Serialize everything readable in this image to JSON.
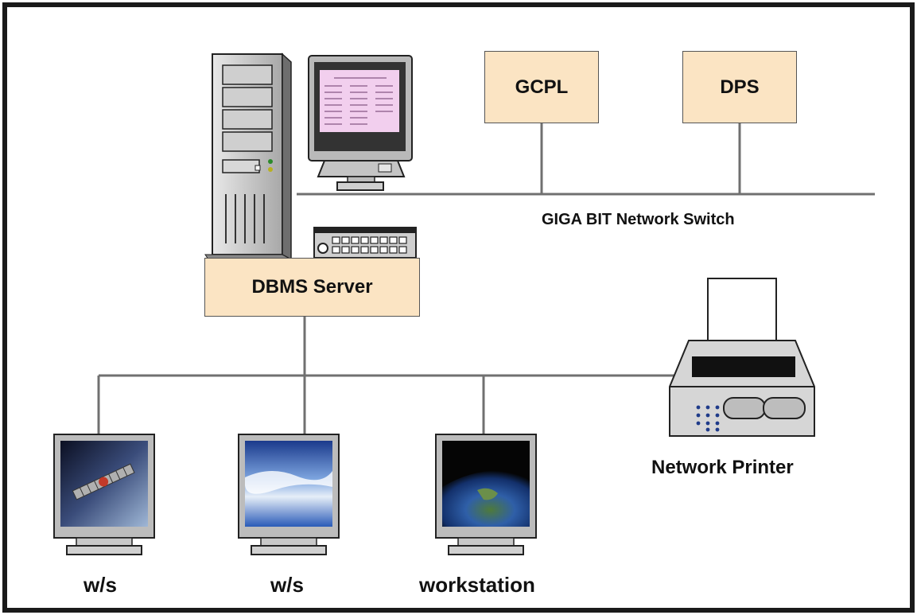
{
  "nodes": {
    "gcpl": {
      "label": "GCPL"
    },
    "dps": {
      "label": "DPS"
    },
    "dbms_server": {
      "label": "DBMS Server"
    },
    "network_switch": {
      "label": "GIGA BIT Network Switch"
    },
    "network_printer": {
      "label": "Network Printer"
    },
    "workstation_1": {
      "label": "w/s"
    },
    "workstation_2": {
      "label": "w/s"
    },
    "workstation_3": {
      "label": "workstation"
    }
  },
  "colors": {
    "box_fill": "#fbe4c3",
    "line": "#707070",
    "frame": "#1a1a1a"
  },
  "icons": {
    "server": "server-tower-icon",
    "console": "monitor-icon",
    "switch": "network-switch-icon",
    "printer": "printer-icon",
    "workstation": "workstation-monitor-icon"
  }
}
